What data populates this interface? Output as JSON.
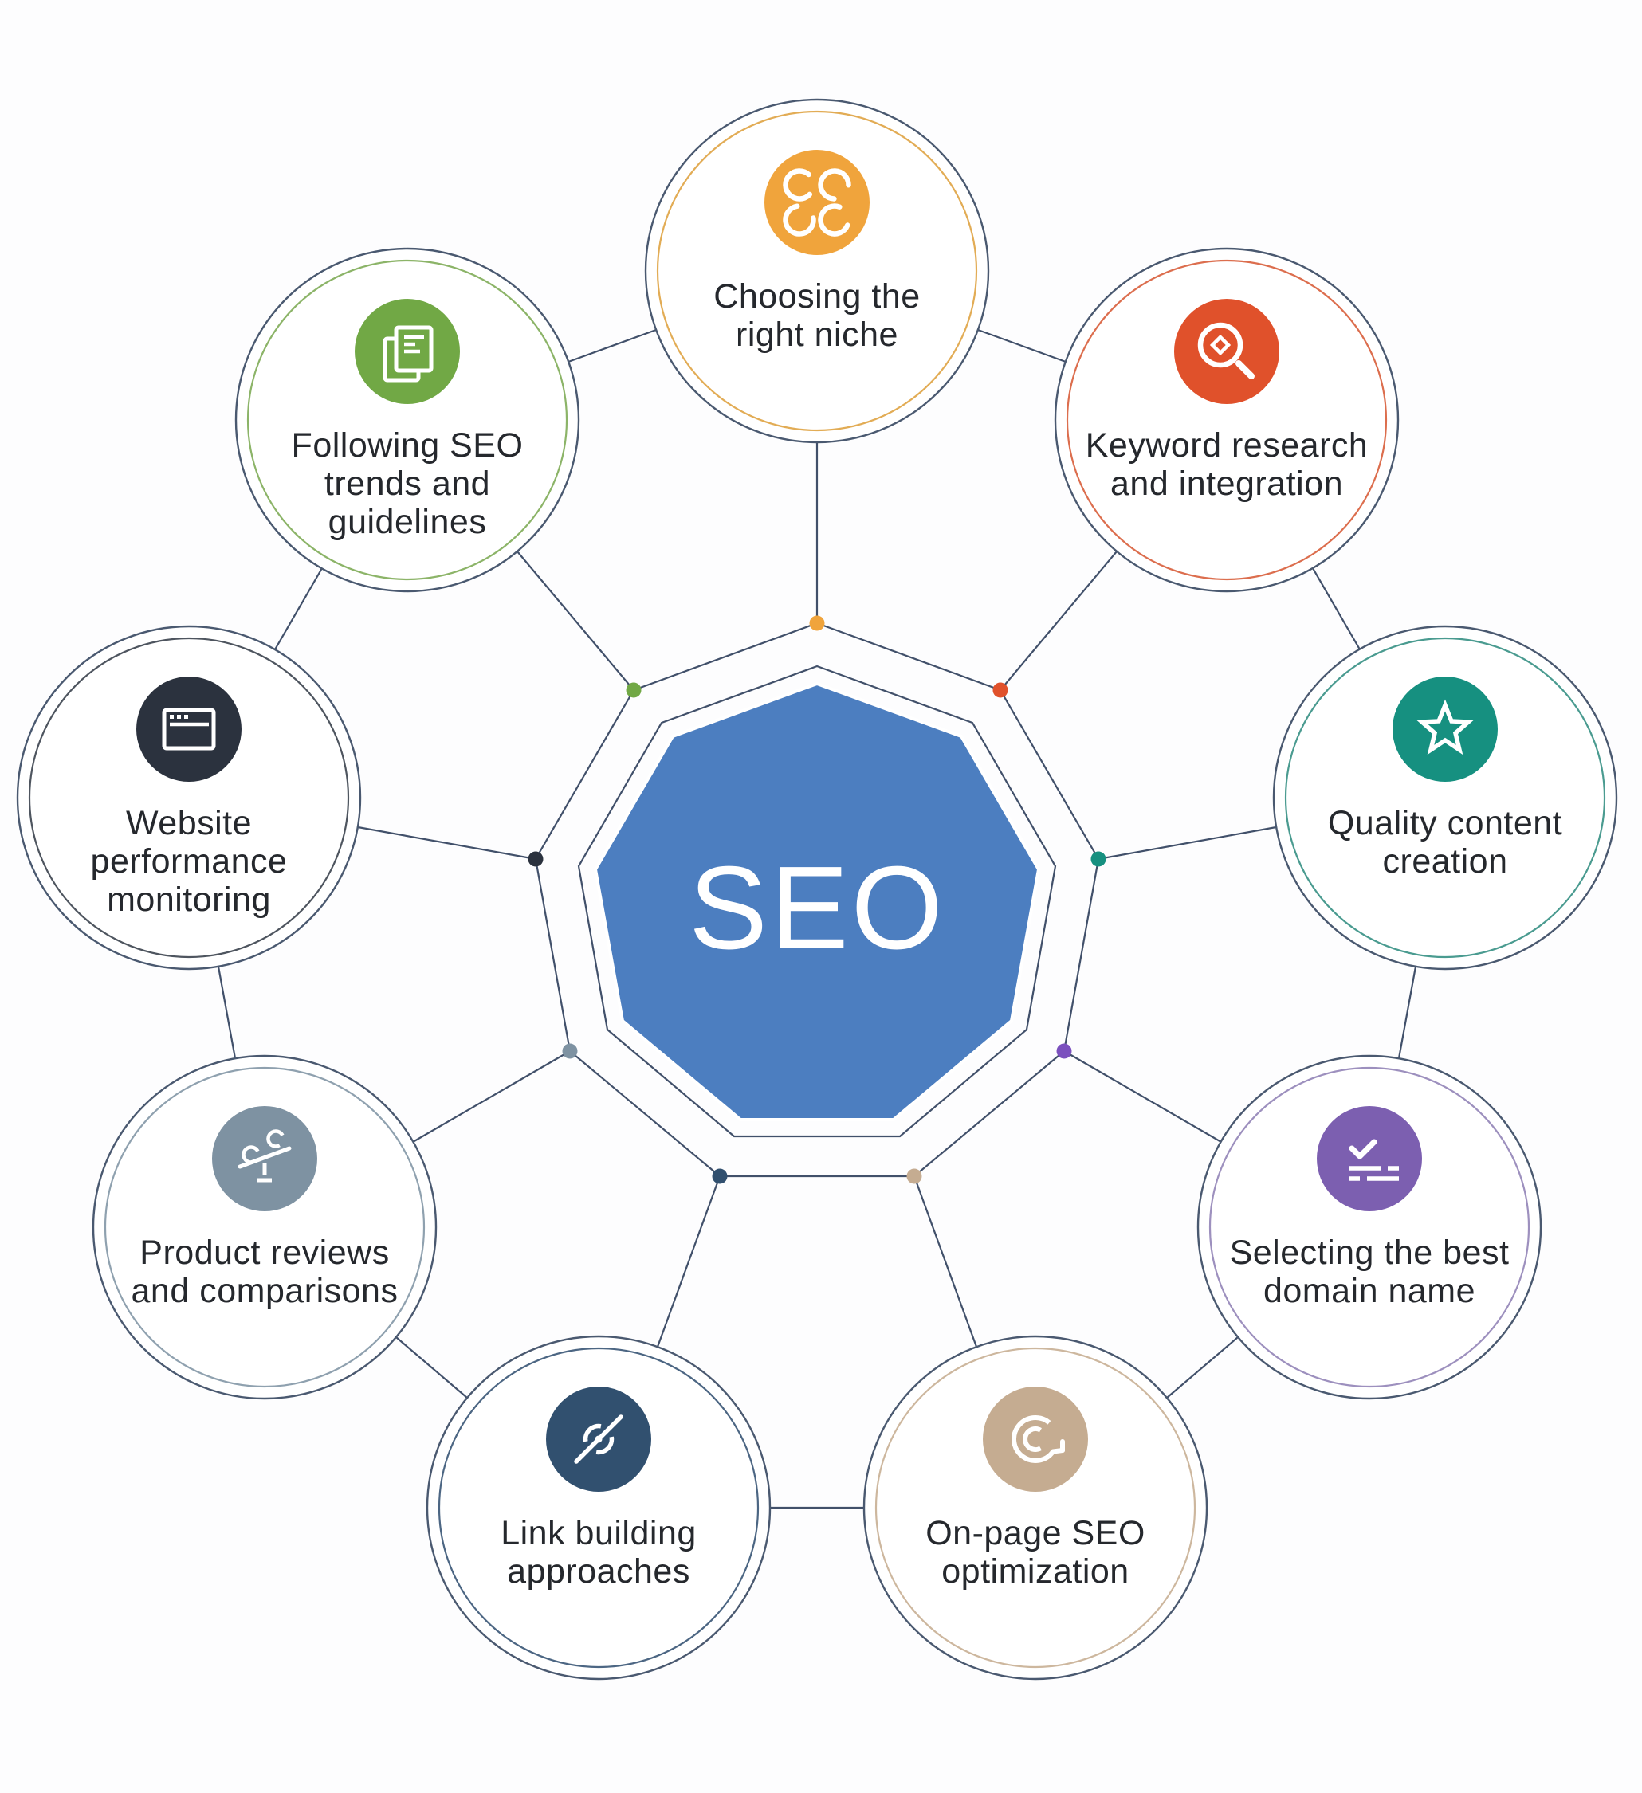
{
  "center": {
    "label": "SEO",
    "shape": "nonagon",
    "fill_color": "#4C7EC0",
    "text_color": "#FFFFFF"
  },
  "line_color": "#41506A",
  "ring_color": "#4A5970",
  "background_color": "#FDFDFE",
  "nodes": [
    {
      "id": "choosing-right-niche",
      "label": "Choosing the right niche",
      "lines": [
        "Choosing the",
        "right niche"
      ],
      "color": "#F0A43C",
      "ring_color": "#E2AC55",
      "icon": "four-arcs-niche-icon"
    },
    {
      "id": "keyword-research",
      "label": "Keyword research and integration",
      "lines": [
        "Keyword research",
        "and integration"
      ],
      "color": "#E0512B",
      "ring_color": "#DC6E4E",
      "icon": "magnifier-icon"
    },
    {
      "id": "quality-content",
      "label": "Quality content creation",
      "lines": [
        "Quality content",
        "creation"
      ],
      "color": "#169080",
      "ring_color": "#4A9B90",
      "icon": "star-icon"
    },
    {
      "id": "domain-name",
      "label": "Selecting the best domain name",
      "lines": [
        "Selecting the best",
        "domain name"
      ],
      "color": "#7C5FB0",
      "ring_color": "#9D90BE",
      "icon": "checklist-icon"
    },
    {
      "id": "on-page-seo",
      "label": "On-page SEO optimization",
      "lines": [
        "On-page SEO",
        "optimization"
      ],
      "color": "#C5AC91",
      "ring_color": "#CDB79E",
      "icon": "refresh-circle-icon"
    },
    {
      "id": "link-building",
      "label": "Link building approaches",
      "lines": [
        "Link building",
        "approaches"
      ],
      "color": "#31506F",
      "ring_color": "#4C6683",
      "icon": "commit-link-icon"
    },
    {
      "id": "product-reviews",
      "label": "Product reviews and comparisons",
      "lines": [
        "Product reviews",
        "and comparisons"
      ],
      "color": "#7E92A2",
      "ring_color": "#8FA1AF",
      "icon": "balance-scale-icon"
    },
    {
      "id": "website-performance",
      "label": "Website performance monitoring",
      "lines": [
        "Website",
        "performance",
        "monitoring"
      ],
      "color": "#2B323E",
      "ring_color": "#4E555F",
      "icon": "browser-window-icon"
    },
    {
      "id": "seo-trends",
      "label": "Following SEO trends and guidelines",
      "lines": [
        "Following SEO",
        "trends and",
        "guidelines"
      ],
      "color": "#71A845",
      "ring_color": "#8CB468",
      "icon": "documents-icon"
    }
  ]
}
